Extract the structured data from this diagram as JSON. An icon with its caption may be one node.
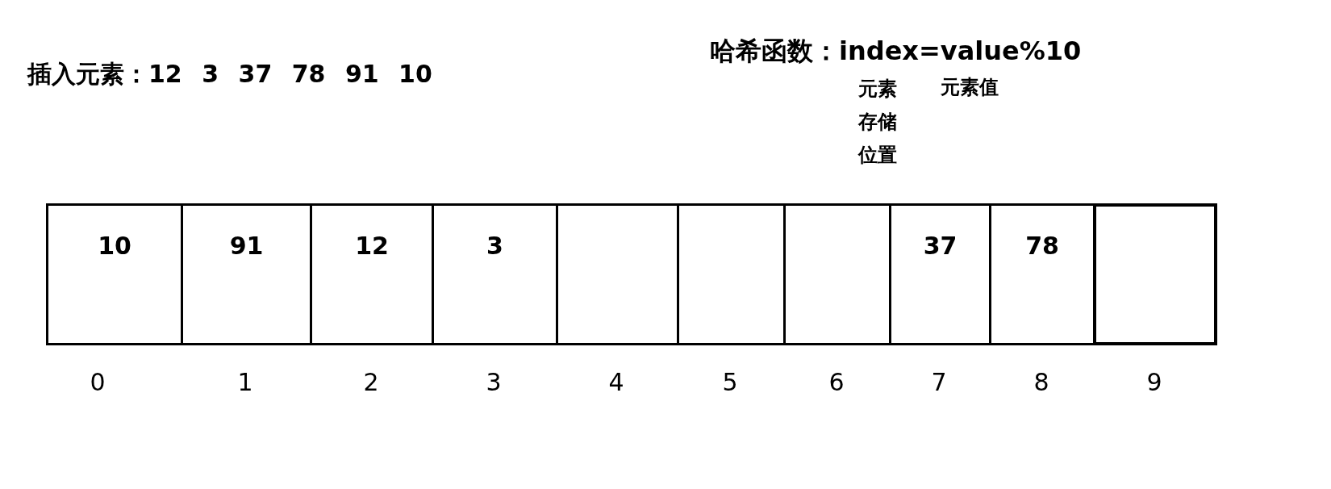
{
  "diagram": {
    "nodes": [
      {
        "text": [
          "10"
        ],
        "beside": [
          "0"
        ]
      },
      {
        "text": [
          "91"
        ],
        "beside": [
          "1"
        ]
      },
      {
        "text": [
          "12"
        ],
        "beside": [
          "2"
        ]
      },
      {
        "text": [
          "3"
        ],
        "beside": [
          "3"
        ]
      },
      {
        "text": [],
        "shape": "box",
        "beside": [
          "4"
        ]
      },
      {
        "text": [],
        "shape": "box",
        "beside": [
          "5"
        ]
      },
      {
        "text": [],
        "shape": "box",
        "beside": [
          "6"
        ]
      },
      {
        "text": [
          "37"
        ],
        "beside": [
          "7"
        ]
      },
      {
        "text": [
          "78"
        ],
        "beside": [
          "8"
        ]
      },
      {
        "text": [],
        "shape": "box",
        "beside": [
          "9"
        ]
      }
    ],
    "edges": [],
    "labels": [
      "插入元素：12 3 37 78 91 10",
      "哈希函数：index=value%10",
      "元素存储位置",
      "元素值"
    ]
  }
}
